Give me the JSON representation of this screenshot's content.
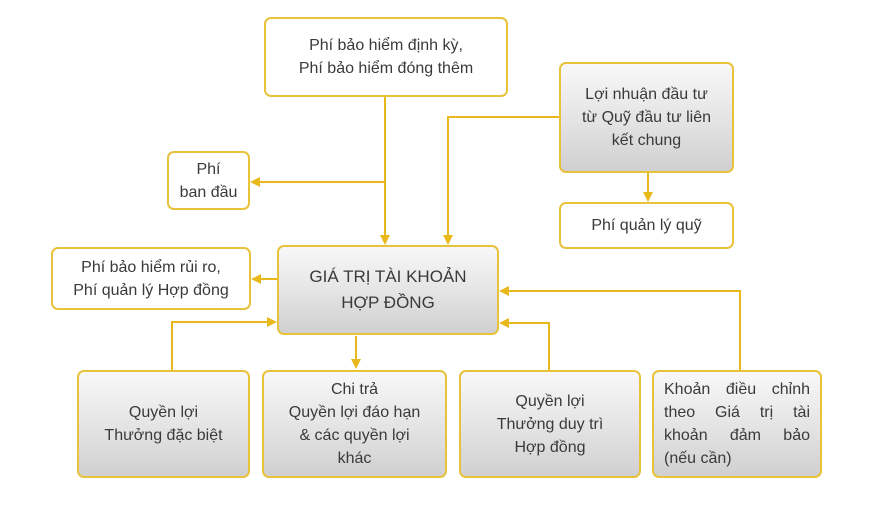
{
  "colors": {
    "connector": "#e8b81c",
    "border": "#e8c23a",
    "grey_fill": "#dcdcdc"
  },
  "boxes": {
    "premium": "Phí bảo hiểm định kỳ,\nPhí bảo hiểm đóng thêm",
    "investment_profit": "Lợi nhuận đầu tư\ntừ Quỹ đầu tư liên\nkết chung",
    "initial_fee": "Phí\nban đầu",
    "fund_management_fee": "Phí quản lý quỹ",
    "risk_fee": "Phí bảo hiểm rủi ro,\nPhí quản lý Hợp đồng",
    "account_value": "GIÁ TRỊ TÀI KHOẢN\nHỢP ĐỒNG",
    "special_bonus": "Quyền lợi\nThưởng đặc biệt",
    "maturity_payout": "Chi trả\nQuyền lợi đáo hạn\n& các quyền lợi\nkhác",
    "maintenance_bonus": "Quyền lợi\nThưởng duy trì\nHợp đồng",
    "guarantee_adjustment": "Khoản điều chỉnh theo Giá trị tài khoản đảm bảo (nếu cần)"
  }
}
